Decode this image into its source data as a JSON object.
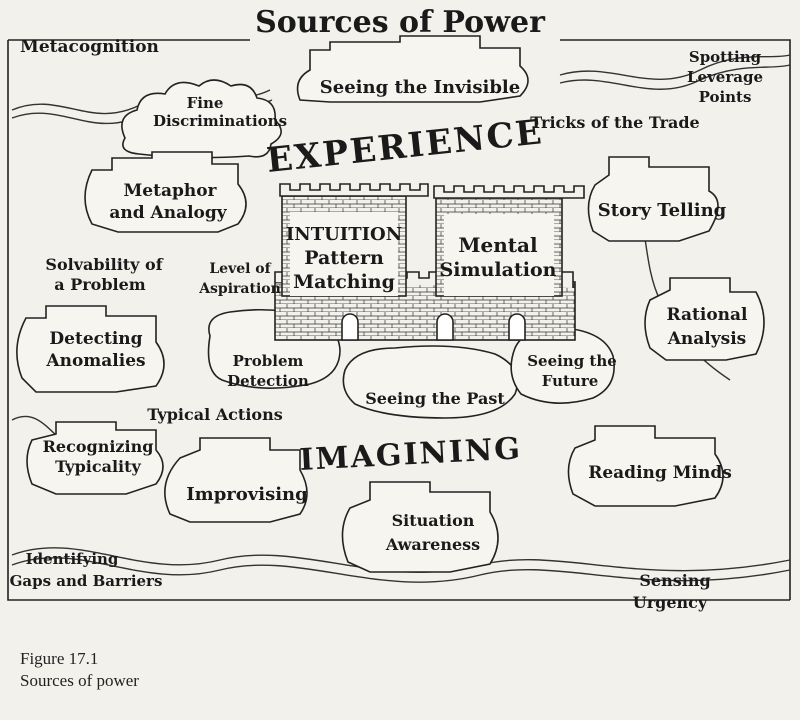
{
  "title": "Sources of Power",
  "regions": {
    "experience": "EXPERIENCE",
    "imagining": "IMAGINING"
  },
  "towers": {
    "left": [
      "INTUITION",
      "Pattern",
      "Matching"
    ],
    "right": [
      "Mental",
      "Simulation"
    ]
  },
  "labels": {
    "metacognition": "Metacognition",
    "seeing_invisible": "Seeing the Invisible",
    "spotting_leverage": [
      "Spotting",
      "Leverage",
      "Points"
    ],
    "fine_discriminations": [
      "Fine",
      "Discriminations"
    ],
    "tricks_of_trade": "Tricks of the Trade",
    "metaphor_analogy": [
      "Metaphor",
      "and Analogy"
    ],
    "story_telling": "Story Telling",
    "solvability": [
      "Solvability of",
      "a Problem"
    ],
    "level_of_aspiration": [
      "Level of",
      "Aspiration"
    ],
    "rational_analysis": [
      "Rational",
      "Analysis"
    ],
    "detecting_anomalies": [
      "Detecting",
      "Anomalies"
    ],
    "problem_detection": [
      "Problem",
      "Detection"
    ],
    "seeing_the_past": "Seeing the Past",
    "seeing_the_future": [
      "Seeing the",
      "Future"
    ],
    "typical_actions": "Typical Actions",
    "recognizing_typicality": [
      "Recognizing",
      "Typicality"
    ],
    "improvising": "Improvising",
    "reading_minds": "Reading Minds",
    "situation_awareness": [
      "Situation",
      "Awareness"
    ],
    "identifying_gaps": [
      "Identifying",
      "Gaps and Barriers"
    ],
    "sensing_urgency": [
      "Sensing",
      "Urgency"
    ]
  },
  "caption": {
    "figure": "Figure 17.1",
    "text": "Sources of power"
  }
}
